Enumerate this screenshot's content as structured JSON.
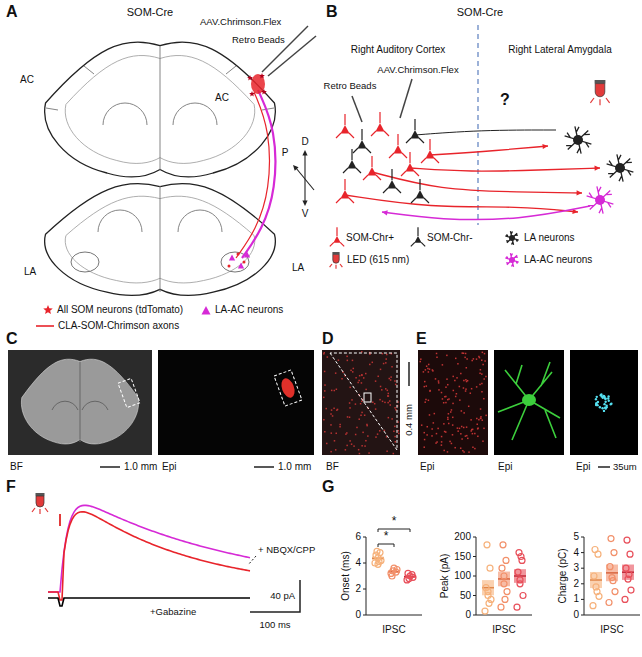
{
  "diagram": {
    "labels": [
      "A",
      "SOM-Cre",
      "AC",
      "AAV.Chrimson.Flex",
      "Retro Beads",
      "AC",
      "D",
      "P",
      "V",
      "LA",
      "LA",
      "B",
      "SOM-Cre",
      "Right Auditory Cortex",
      "Right Lateral Amygdala",
      "AAV.Chrimson.Flex",
      "Retro Beads",
      "?",
      "C",
      "BF",
      "1.0 mm",
      "Epi",
      "1.0 mm",
      "D",
      "BF",
      "0.4 mm",
      "E",
      "Epi",
      "Epi",
      "Epi",
      "35um",
      "F",
      "+ NBQX/CPP",
      "40 pA",
      "100 ms",
      "+Gabazine",
      "G",
      "Onset (ms)",
      "0",
      "2",
      "4",
      "6",
      "*",
      "*",
      "IPSC",
      "Peak (pA)",
      "0",
      "50",
      "100",
      "150",
      "200",
      "IPSC",
      "Charge (pC)",
      "0",
      "1",
      "2",
      "3",
      "4",
      "5",
      "IPSC"
    ],
    "legend": [
      {
        "text": "All SOM neurons (tdTomato)"
      },
      {
        "text": "LA-AC neurons"
      },
      {
        "text": "CLA-SOM-Chrimson axons"
      },
      {
        "text": "SOM-Chr+"
      },
      {
        "text": "SOM-Chr-"
      },
      {
        "text": "LA neurons"
      },
      {
        "text": "LED (615 nm)"
      },
      {
        "text": "LA-AC neurons"
      }
    ]
  }
}
